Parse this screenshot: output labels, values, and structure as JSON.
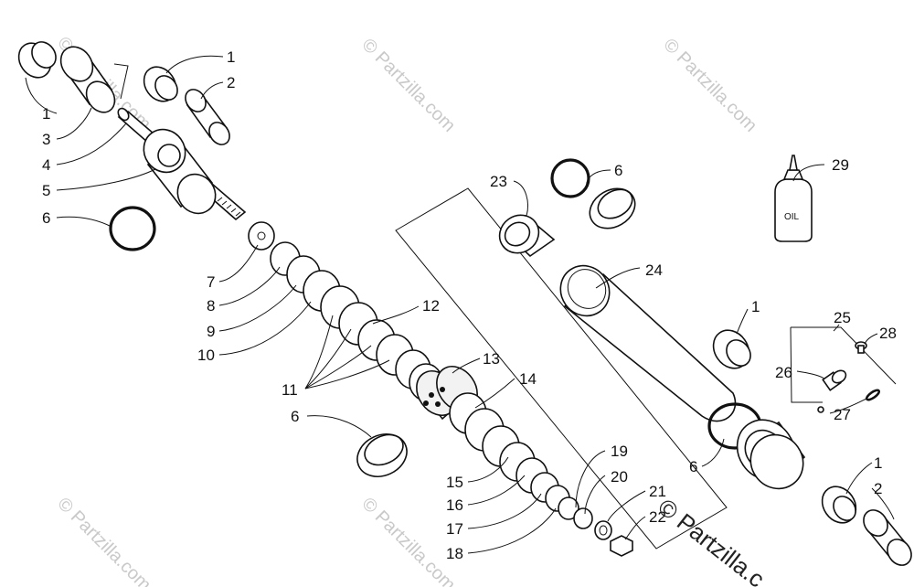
{
  "diagram": {
    "callouts": [
      {
        "id": "c1a",
        "text": "1"
      },
      {
        "id": "c2a",
        "text": "2"
      },
      {
        "id": "c1b",
        "text": "1"
      },
      {
        "id": "c3",
        "text": "3"
      },
      {
        "id": "c4",
        "text": "4"
      },
      {
        "id": "c5",
        "text": "5"
      },
      {
        "id": "c6a",
        "text": "6"
      },
      {
        "id": "c7",
        "text": "7"
      },
      {
        "id": "c8",
        "text": "8"
      },
      {
        "id": "c9",
        "text": "9"
      },
      {
        "id": "c10",
        "text": "10"
      },
      {
        "id": "c11",
        "text": "11"
      },
      {
        "id": "c12",
        "text": "12"
      },
      {
        "id": "c13",
        "text": "13"
      },
      {
        "id": "c14",
        "text": "14"
      },
      {
        "id": "c6b",
        "text": "6"
      },
      {
        "id": "c15",
        "text": "15"
      },
      {
        "id": "c16",
        "text": "16"
      },
      {
        "id": "c17",
        "text": "17"
      },
      {
        "id": "c18",
        "text": "18"
      },
      {
        "id": "c19",
        "text": "19"
      },
      {
        "id": "c20",
        "text": "20"
      },
      {
        "id": "c21",
        "text": "21"
      },
      {
        "id": "c22",
        "text": "22"
      },
      {
        "id": "c23",
        "text": "23"
      },
      {
        "id": "c6c",
        "text": "6"
      },
      {
        "id": "c24",
        "text": "24"
      },
      {
        "id": "c29",
        "text": "29"
      },
      {
        "id": "c1c",
        "text": "1"
      },
      {
        "id": "c25",
        "text": "25"
      },
      {
        "id": "c28",
        "text": "28"
      },
      {
        "id": "c26",
        "text": "26"
      },
      {
        "id": "c27",
        "text": "27"
      },
      {
        "id": "c6d",
        "text": "6"
      },
      {
        "id": "c1d",
        "text": "1"
      },
      {
        "id": "c2b",
        "text": "2"
      }
    ],
    "oil_bottle_label": "OIL",
    "watermark": "© Partzilla.com",
    "copyright": "© Partzilla.c"
  }
}
